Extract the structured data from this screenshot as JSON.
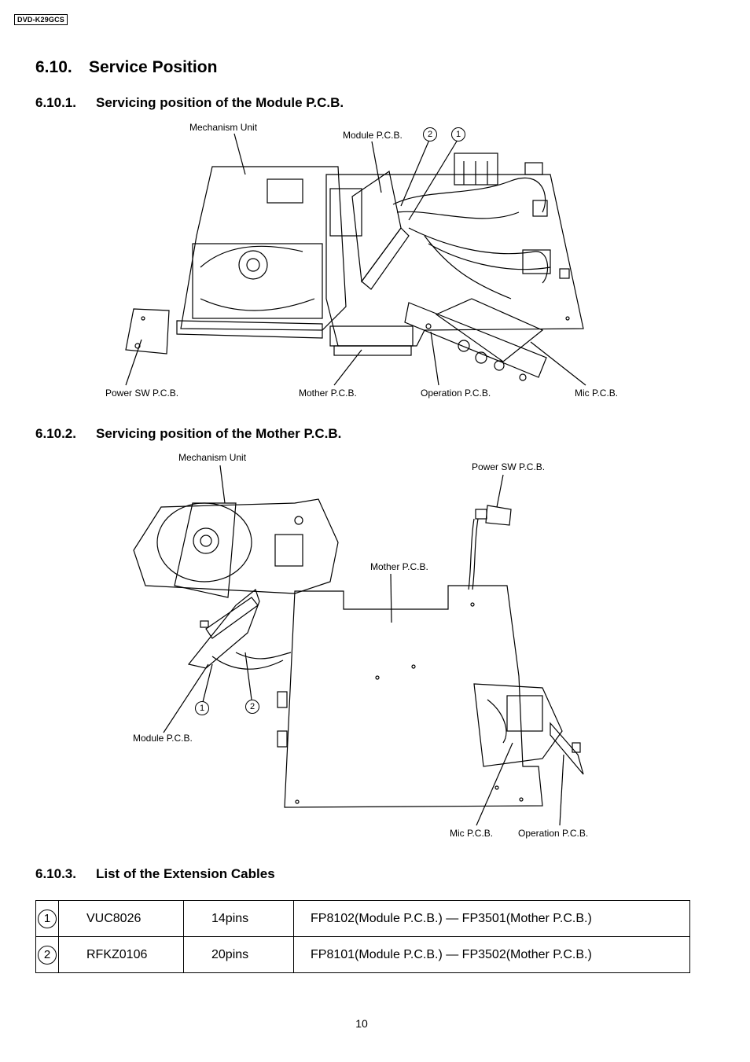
{
  "header": {
    "model": "DVD-K29GCS"
  },
  "section": {
    "number": "6.10.",
    "title": "Service Position"
  },
  "sub1": {
    "number": "6.10.1.",
    "title": "Servicing position of the Module P.C.B.",
    "labels": {
      "mechanism": "Mechanism Unit",
      "module": "Module P.C.B.",
      "power_sw": "Power SW P.C.B.",
      "mother": "Mother P.C.B.",
      "operation": "Operation P.C.B.",
      "mic": "Mic P.C.B.",
      "marker1": "1",
      "marker2": "2"
    }
  },
  "sub2": {
    "number": "6.10.2.",
    "title": "Servicing position of the Mother P.C.B.",
    "labels": {
      "mechanism": "Mechanism Unit",
      "power_sw": "Power SW P.C.B.",
      "mother": "Mother P.C.B.",
      "module": "Module P.C.B.",
      "mic": "Mic P.C.B.",
      "operation": "Operation P.C.B.",
      "marker1": "1",
      "marker2": "2"
    }
  },
  "sub3": {
    "number": "6.10.3.",
    "title": "List of the Extension Cables",
    "rows": [
      {
        "marker": "1",
        "part": "VUC8026",
        "pins": "14pins",
        "connection": "FP8102(Module P.C.B.) — FP3501(Mother P.C.B.)"
      },
      {
        "marker": "2",
        "part": "RFKZ0106",
        "pins": "20pins",
        "connection": "FP8101(Module P.C.B.) — FP3502(Mother P.C.B.)"
      }
    ]
  },
  "footer": {
    "page": "10"
  }
}
